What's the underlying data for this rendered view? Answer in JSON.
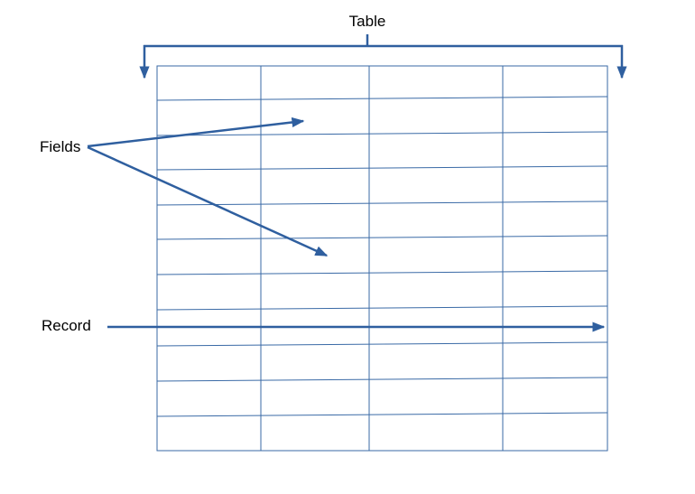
{
  "labels": {
    "table": "Table",
    "fields": "Fields",
    "record": "Record"
  },
  "colors": {
    "grid_line": "#3a6aa6",
    "arrow": "#2f5f9f",
    "text": "#000000",
    "background": "#ffffff"
  },
  "grid": {
    "columns": 4,
    "rows": 11
  }
}
